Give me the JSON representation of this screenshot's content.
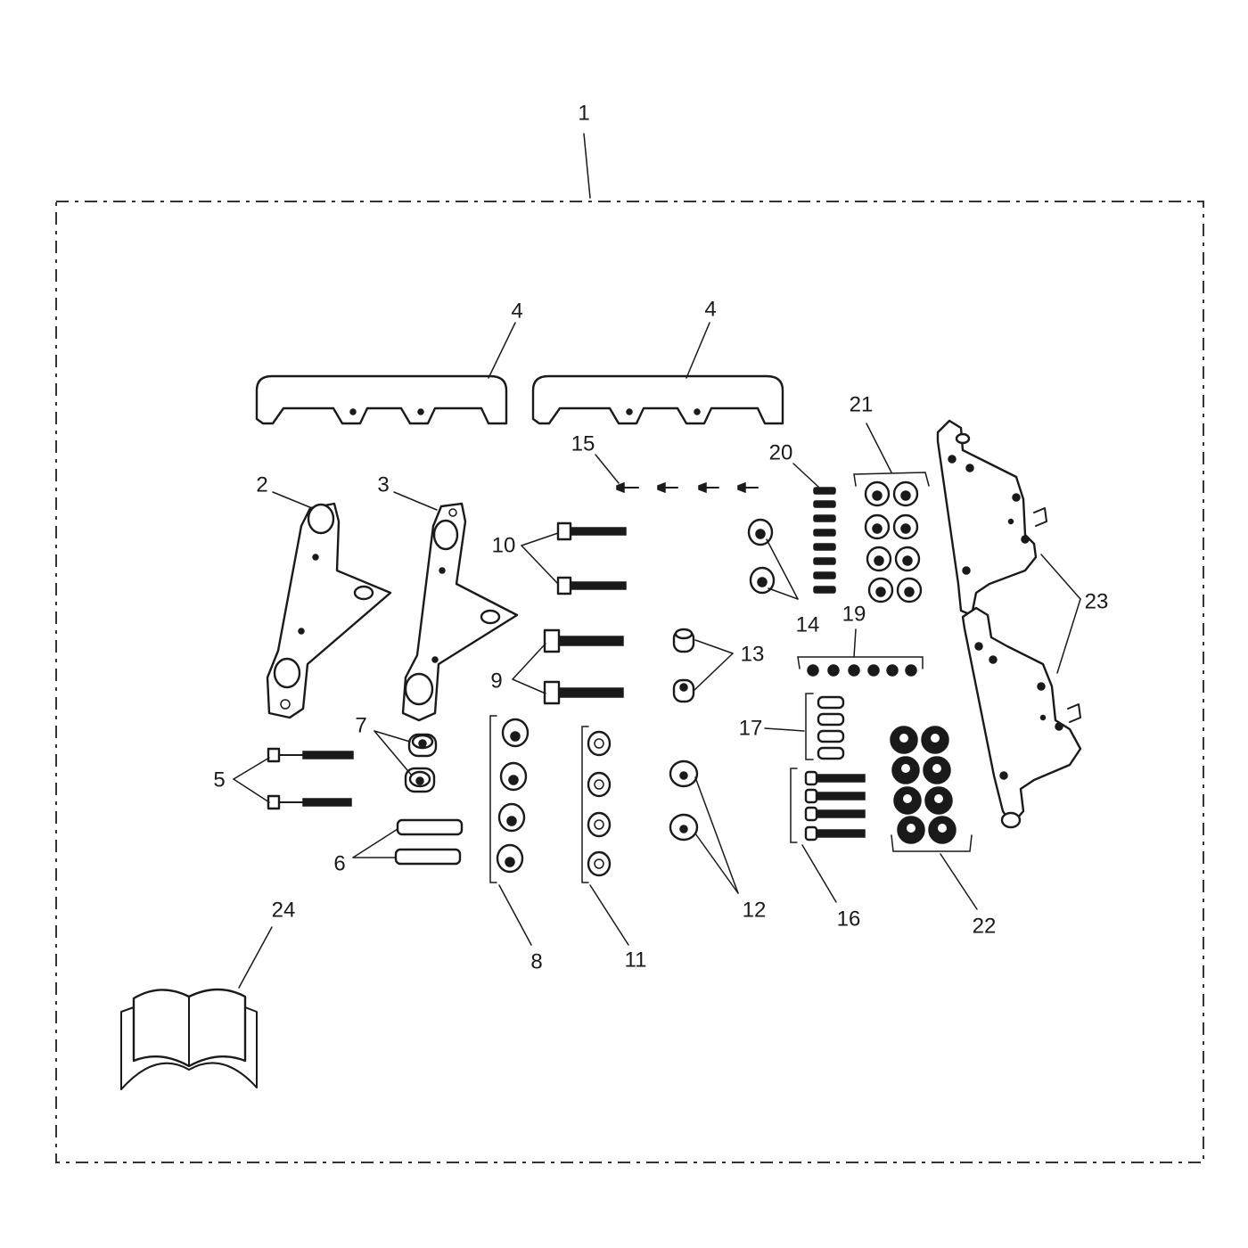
{
  "callouts": {
    "c1": "1",
    "c2": "2",
    "c3": "3",
    "c4a": "4",
    "c4b": "4",
    "c5": "5",
    "c6": "6",
    "c7": "7",
    "c8": "8",
    "c9": "9",
    "c10": "10",
    "c11": "11",
    "c12": "12",
    "c13": "13",
    "c14": "14",
    "c15": "15",
    "c16": "16",
    "c17": "17",
    "c19": "19",
    "c20": "20",
    "c21": "21",
    "c22": "22",
    "c23": "23",
    "c24": "24"
  }
}
